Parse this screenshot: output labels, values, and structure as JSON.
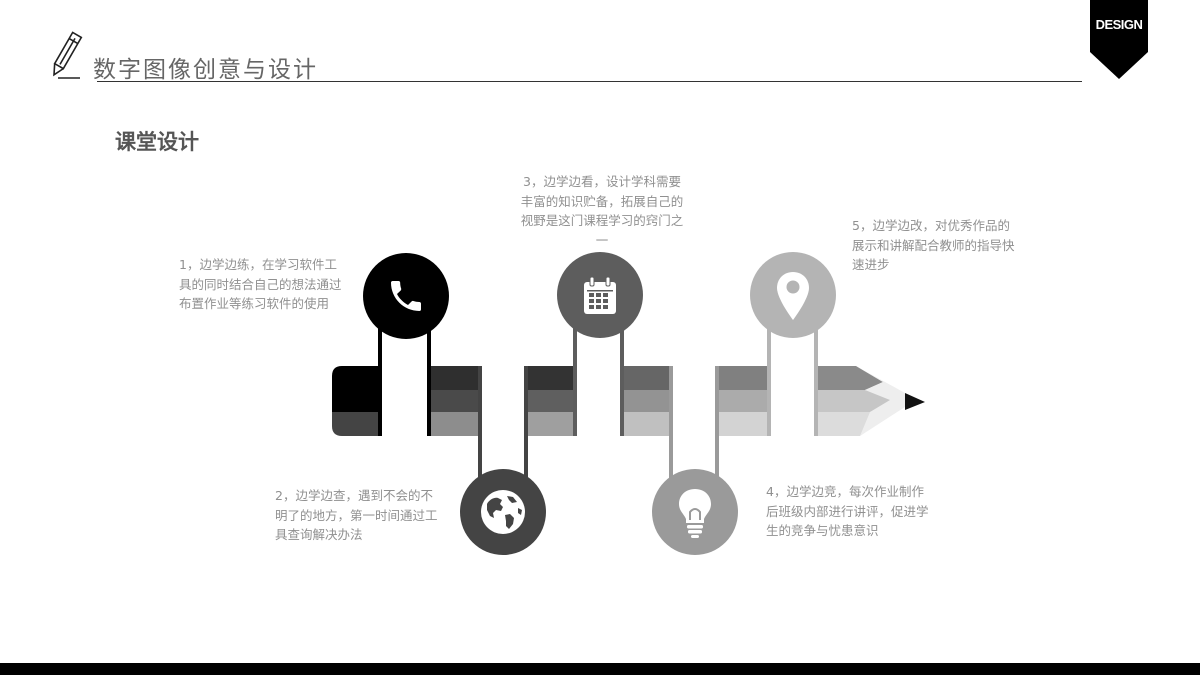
{
  "header": {
    "title": "数字图像创意与设计",
    "badge": "DESIGN"
  },
  "section_title": "课堂设计",
  "steps": [
    {
      "text": "1，边学边练，在学习软件工具的同时结合自己的想法通过布置作业等练习软件的使用",
      "icon": "phone-icon",
      "color": "#000000"
    },
    {
      "text": "2，边学边查，遇到不会的不明了的地方，第一时间通过工具查询解决办法",
      "icon": "globe-icon",
      "color": "#444444"
    },
    {
      "text": "3，边学边看，设计学科需要丰富的知识贮备，拓展自己的视野是这门课程学习的窍门之一",
      "icon": "calendar-icon",
      "color": "#5d5d5d"
    },
    {
      "text": "4，边学边竞，每次作业制作后班级内部进行讲评，促进学生的竞争与忧患意识",
      "icon": "lightbulb-icon",
      "color": "#9a9a9a"
    },
    {
      "text": "5，边学边改，对优秀作品的展示和讲解配合教师的指导快速进步",
      "icon": "location-pin-icon",
      "color": "#b4b4b4"
    }
  ]
}
